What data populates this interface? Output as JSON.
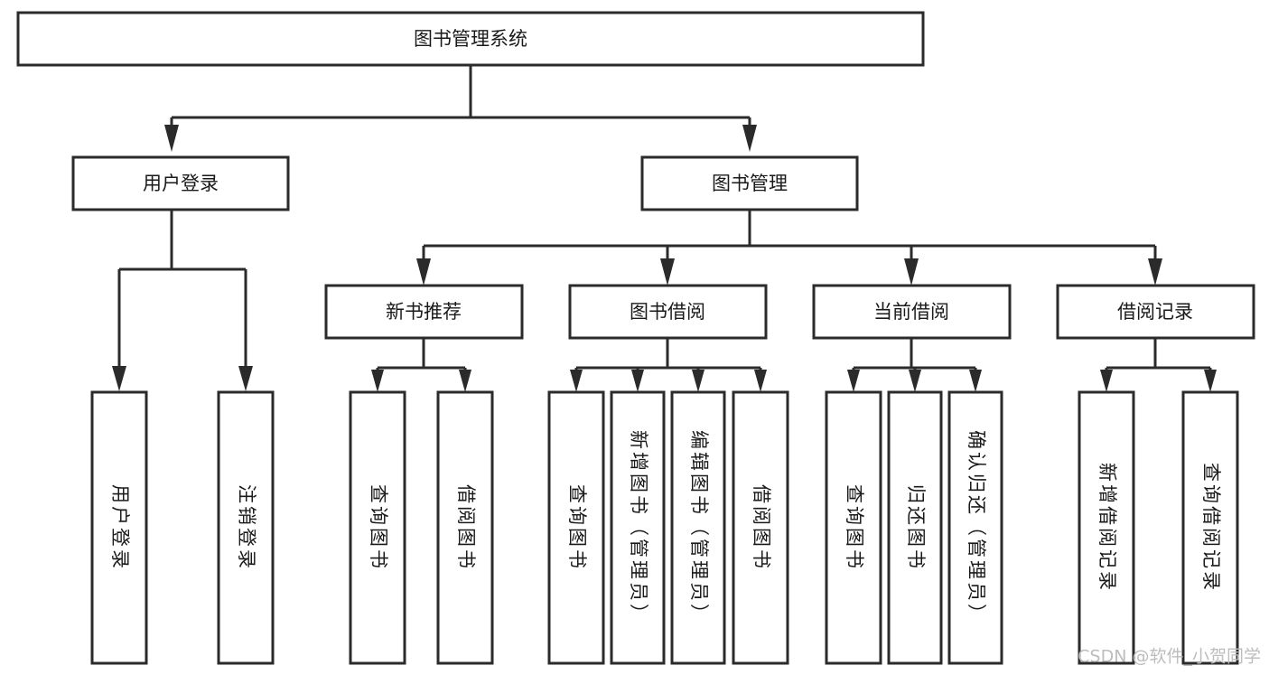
{
  "diagram": {
    "title": "图书管理系统",
    "type": "tree-hierarchy-chart",
    "orientation": "top-down",
    "colors": {
      "box_fill": "#ffffff",
      "box_stroke": "#2b2b2b",
      "label_color": "#1a1a1a",
      "watermark_color": "#bdbdbd",
      "background": "#ffffff"
    },
    "root": {
      "id": "root",
      "label": "图书管理系统",
      "orientation": "horizontal"
    },
    "level1": [
      {
        "id": "user-login",
        "label": "用户登录",
        "orientation": "horizontal"
      },
      {
        "id": "book-management",
        "label": "图书管理",
        "orientation": "horizontal"
      }
    ],
    "level2": [
      {
        "id": "new-book-recommend",
        "label": "新书推荐",
        "orientation": "horizontal",
        "parent": "book-management"
      },
      {
        "id": "book-borrow",
        "label": "图书借阅",
        "orientation": "horizontal",
        "parent": "book-management"
      },
      {
        "id": "current-borrow",
        "label": "当前借阅",
        "orientation": "horizontal",
        "parent": "book-management"
      },
      {
        "id": "borrow-record",
        "label": "借阅记录",
        "orientation": "horizontal",
        "parent": "book-management"
      }
    ],
    "leaves": [
      {
        "id": "leaf-user-login",
        "label": "用户登录",
        "orientation": "vertical",
        "parent": "user-login"
      },
      {
        "id": "leaf-logout",
        "label": "注销登录",
        "orientation": "vertical",
        "parent": "user-login"
      },
      {
        "id": "leaf-query-book-1",
        "label": "查询图书",
        "orientation": "vertical",
        "parent": "new-book-recommend"
      },
      {
        "id": "leaf-borrow-book-1",
        "label": "借阅图书",
        "orientation": "vertical",
        "parent": "new-book-recommend"
      },
      {
        "id": "leaf-query-book-2",
        "label": "查询图书",
        "orientation": "vertical",
        "parent": "book-borrow"
      },
      {
        "id": "leaf-add-book",
        "label": "新增图书（管理员）",
        "orientation": "vertical",
        "parent": "book-borrow"
      },
      {
        "id": "leaf-edit-book",
        "label": "编辑图书（管理员）",
        "orientation": "vertical",
        "parent": "book-borrow"
      },
      {
        "id": "leaf-borrow-book-2",
        "label": "借阅图书",
        "orientation": "vertical",
        "parent": "book-borrow"
      },
      {
        "id": "leaf-query-book-3",
        "label": "查询图书",
        "orientation": "vertical",
        "parent": "current-borrow"
      },
      {
        "id": "leaf-return-book",
        "label": "归还图书",
        "orientation": "vertical",
        "parent": "current-borrow"
      },
      {
        "id": "leaf-confirm-return",
        "label": "确认归还（管理员）",
        "orientation": "vertical",
        "parent": "current-borrow"
      },
      {
        "id": "leaf-add-record",
        "label": "新增借阅记录",
        "orientation": "vertical",
        "parent": "borrow-record"
      },
      {
        "id": "leaf-query-record",
        "label": "查询借阅记录",
        "orientation": "vertical",
        "parent": "borrow-record"
      }
    ]
  },
  "watermark": {
    "text": "CSDN @软件_小贺同学"
  }
}
